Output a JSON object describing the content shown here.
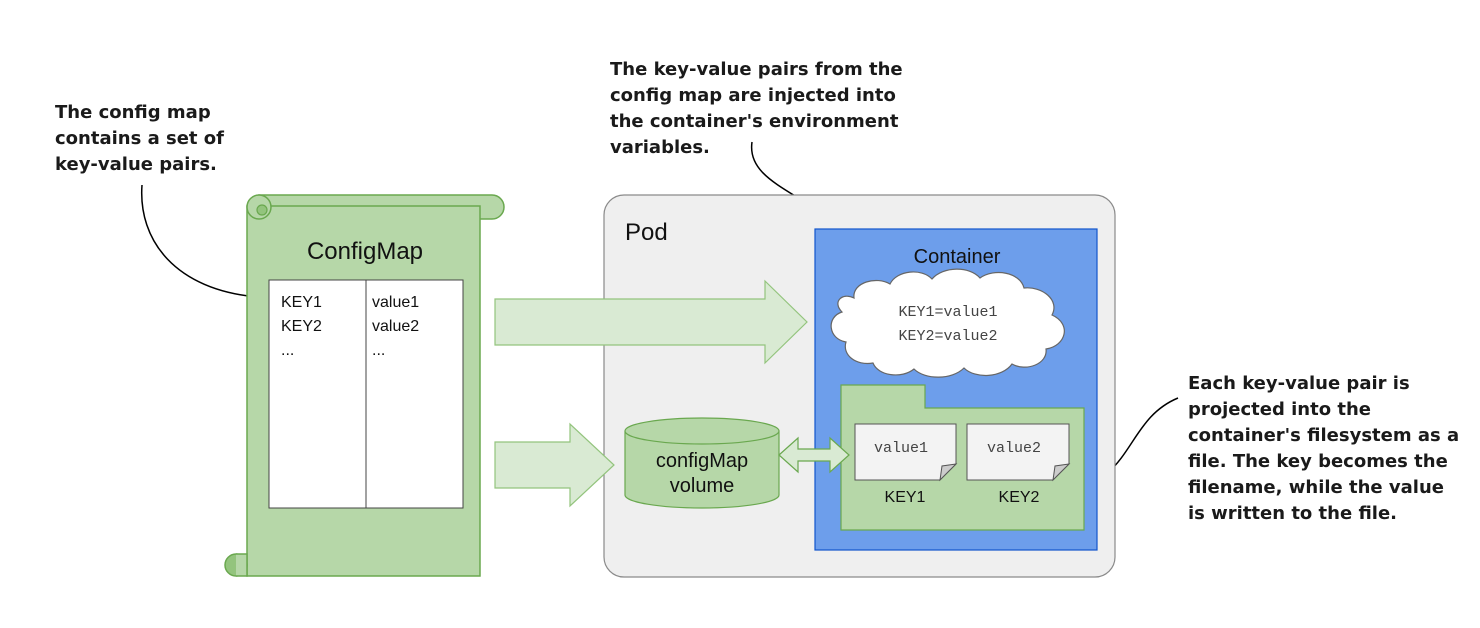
{
  "annotations": {
    "config_map_note": [
      "The config map",
      "contains a set of",
      "key-value pairs."
    ],
    "env_note": [
      "The key-value pairs from the",
      "config map are injected into",
      "the container's environment",
      "variables."
    ],
    "file_note": [
      "Each key-value pair is",
      "projected into the",
      "container's filesystem as a",
      "file. The key becomes the",
      "filename, while the value",
      "is written to the file."
    ]
  },
  "configmap": {
    "title": "ConfigMap",
    "keys": [
      "KEY1",
      "KEY2",
      "..."
    ],
    "values": [
      "value1",
      "value2",
      "..."
    ]
  },
  "pod": {
    "label": "Pod",
    "volume_label": [
      "configMap",
      "volume"
    ],
    "container": {
      "label": "Container",
      "env_vars": [
        "KEY1=value1",
        "KEY2=value2"
      ],
      "files": [
        {
          "name": "KEY1",
          "content": "value1"
        },
        {
          "name": "KEY2",
          "content": "value2"
        }
      ]
    }
  },
  "colors": {
    "green_fill": "#b6d7a8",
    "green_dark": "#6aa84f",
    "arrow_fill": "#d9ead3",
    "pod_fill": "#efefef",
    "container_fill": "#6d9eeb",
    "container_stroke": "#1155cc"
  }
}
